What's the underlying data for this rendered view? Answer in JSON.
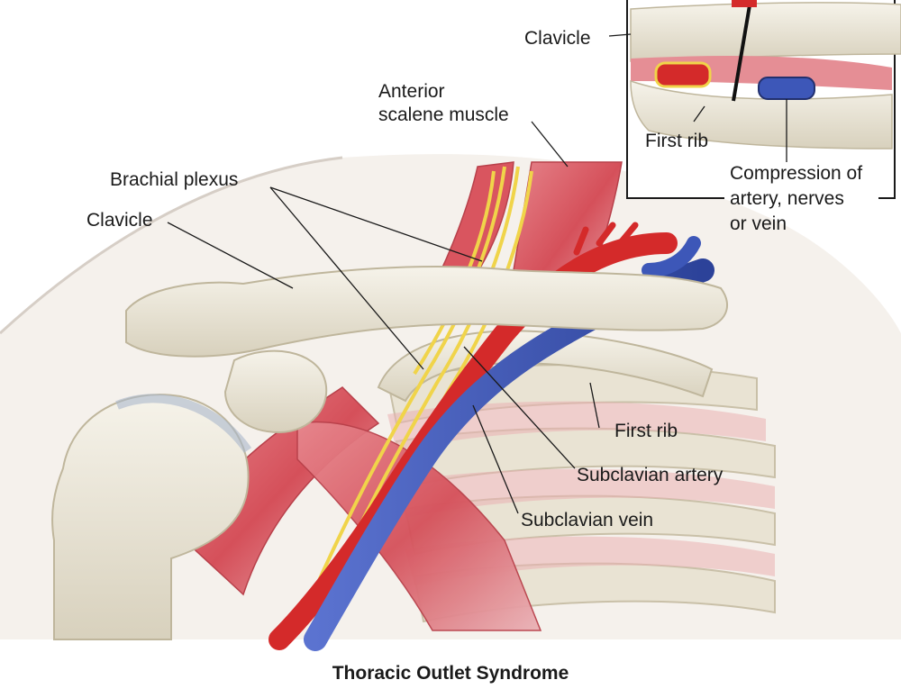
{
  "caption": "Thoracic Outlet Syndrome",
  "labels": {
    "anterior_scalene_line1": "Anterior",
    "anterior_scalene_line2": "scalene muscle",
    "brachial_plexus": "Brachial plexus",
    "clavicle": "Clavicle",
    "first_rib": "First rib",
    "subclavian_artery": "Subclavian artery",
    "subclavian_vein": "Subclavian vein"
  },
  "inset": {
    "clavicle": "Clavicle",
    "first_rib": "First rib",
    "compression_line1": "Compression of",
    "compression_line2": "artery, nerves",
    "compression_line3": "or vein"
  },
  "colors": {
    "bone": "#ece8dc",
    "bone_shadow": "#cfc8b4",
    "muscle": "#d9555f",
    "muscle_light": "#e9a3a8",
    "artery": "#d42a2a",
    "vein": "#3d57b8",
    "nerve": "#f0d44a",
    "skin": "#f4efe9"
  }
}
